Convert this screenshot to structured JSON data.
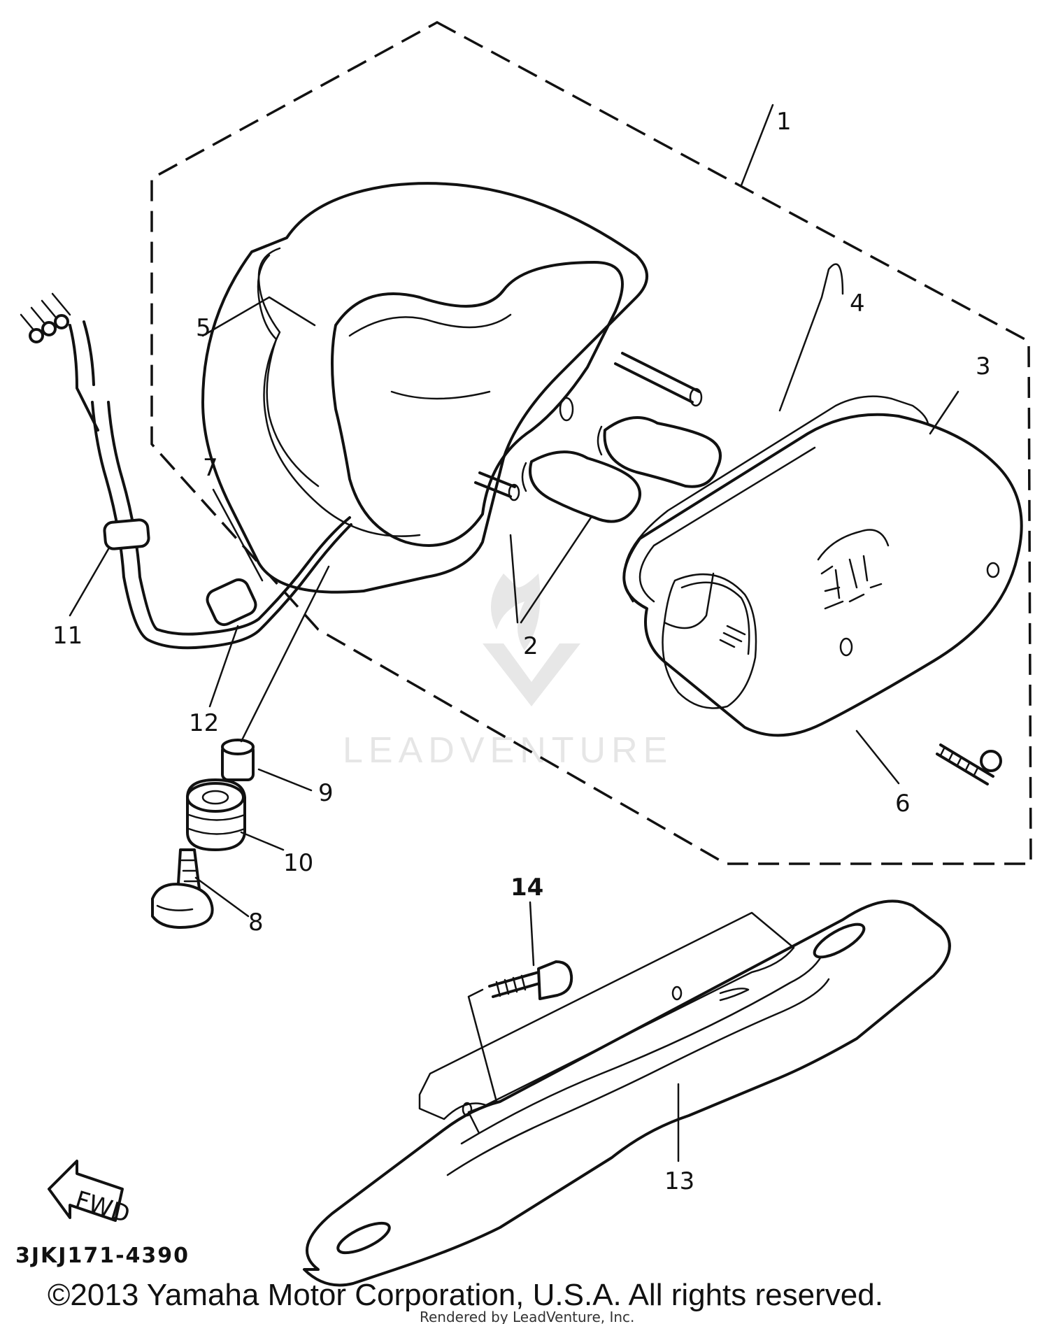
{
  "callouts": [
    "1",
    "2",
    "3",
    "4",
    "5",
    "6",
    "7",
    "8",
    "9",
    "10",
    "11",
    "12",
    "13",
    "14"
  ],
  "fwd_label": "FWD",
  "part_code": "3JKJ171-4390",
  "watermark": "LEADVENTURE",
  "copyright": "©2013 Yamaha Motor Corporation, U.S.A. All rights reserved.",
  "rendered_by": "Rendered by LeadVenture, Inc."
}
